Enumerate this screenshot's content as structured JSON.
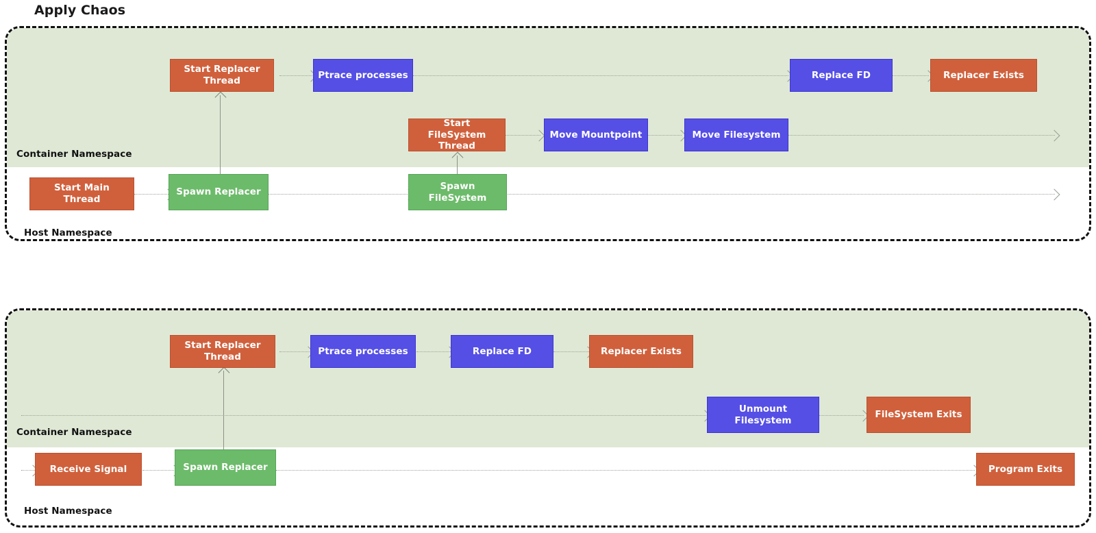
{
  "title": "Apply Chaos",
  "colors": {
    "orange": "#d0603c",
    "blue": "#554fe6",
    "green": "#6cbb6a",
    "namespace_band": "#dfe8d5",
    "panel_border": "#111111",
    "connector": "#9aa295",
    "node_text": "#ffffff"
  },
  "panels": [
    {
      "id": "apply-chaos",
      "namespaces": {
        "container_label": "Container Namespace",
        "host_label": "Host Namespace"
      },
      "nodes": [
        {
          "id": "start-replacer-thread",
          "label": "Start Replacer Thread",
          "color": "orange",
          "lane": "container"
        },
        {
          "id": "ptrace-processes",
          "label": "Ptrace processes",
          "color": "blue",
          "lane": "container"
        },
        {
          "id": "replace-fd",
          "label": "Replace FD",
          "color": "blue",
          "lane": "container"
        },
        {
          "id": "replacer-exists",
          "label": "Replacer Exists",
          "color": "orange",
          "lane": "container"
        },
        {
          "id": "start-filesystem-thread",
          "label": "Start FileSystem Thread",
          "color": "orange",
          "lane": "container"
        },
        {
          "id": "move-mountpoint",
          "label": "Move Mountpoint",
          "color": "blue",
          "lane": "container"
        },
        {
          "id": "move-filesystem",
          "label": "Move Filesystem",
          "color": "blue",
          "lane": "container"
        },
        {
          "id": "start-main-thread",
          "label": "Start Main Thread",
          "color": "orange",
          "lane": "host"
        },
        {
          "id": "spawn-replacer",
          "label": "Spawn Replacer",
          "color": "green",
          "lane": "host"
        },
        {
          "id": "spawn-filesystem",
          "label": "Spawn FileSystem",
          "color": "green",
          "lane": "host"
        }
      ],
      "edges": [
        {
          "from": "start-replacer-thread",
          "to": "ptrace-processes"
        },
        {
          "from": "ptrace-processes",
          "to": "replace-fd"
        },
        {
          "from": "replace-fd",
          "to": "replacer-exists"
        },
        {
          "from": "start-filesystem-thread",
          "to": "move-mountpoint"
        },
        {
          "from": "move-mountpoint",
          "to": "move-filesystem"
        },
        {
          "from": "move-filesystem",
          "to": "lifeline-end"
        },
        {
          "from": "start-main-thread",
          "to": "spawn-replacer"
        },
        {
          "from": "spawn-replacer",
          "to": "spawn-filesystem"
        },
        {
          "from": "spawn-filesystem",
          "to": "lifeline-end"
        },
        {
          "from": "spawn-replacer",
          "to": "start-replacer-thread"
        },
        {
          "from": "spawn-filesystem",
          "to": "start-filesystem-thread"
        }
      ]
    },
    {
      "id": "recover-chaos",
      "namespaces": {
        "container_label": "Container Namespace",
        "host_label": "Host Namespace"
      },
      "nodes": [
        {
          "id": "start-replacer-thread-2",
          "label": "Start Replacer Thread",
          "color": "orange",
          "lane": "container"
        },
        {
          "id": "ptrace-processes-2",
          "label": "Ptrace processes",
          "color": "blue",
          "lane": "container"
        },
        {
          "id": "replace-fd-2",
          "label": "Replace FD",
          "color": "blue",
          "lane": "container"
        },
        {
          "id": "replacer-exists-2",
          "label": "Replacer Exists",
          "color": "orange",
          "lane": "container"
        },
        {
          "id": "unmount-filesystem",
          "label": "Unmount Filesystem",
          "color": "blue",
          "lane": "container"
        },
        {
          "id": "filesystem-exits",
          "label": "FileSystem Exits",
          "color": "orange",
          "lane": "container"
        },
        {
          "id": "receive-signal",
          "label": "Receive Signal",
          "color": "orange",
          "lane": "host"
        },
        {
          "id": "spawn-replacer-2",
          "label": "Spawn Replacer",
          "color": "green",
          "lane": "host"
        },
        {
          "id": "program-exits",
          "label": "Program Exits",
          "color": "orange",
          "lane": "host"
        }
      ],
      "edges": [
        {
          "from": "start-replacer-thread-2",
          "to": "ptrace-processes-2"
        },
        {
          "from": "ptrace-processes-2",
          "to": "replace-fd-2"
        },
        {
          "from": "replace-fd-2",
          "to": "replacer-exists-2"
        },
        {
          "from": "lifeline-start",
          "to": "unmount-filesystem"
        },
        {
          "from": "unmount-filesystem",
          "to": "filesystem-exits"
        },
        {
          "from": "lifeline-start",
          "to": "receive-signal"
        },
        {
          "from": "receive-signal",
          "to": "spawn-replacer-2"
        },
        {
          "from": "spawn-replacer-2",
          "to": "program-exits"
        },
        {
          "from": "spawn-replacer-2",
          "to": "start-replacer-thread-2"
        }
      ]
    }
  ]
}
